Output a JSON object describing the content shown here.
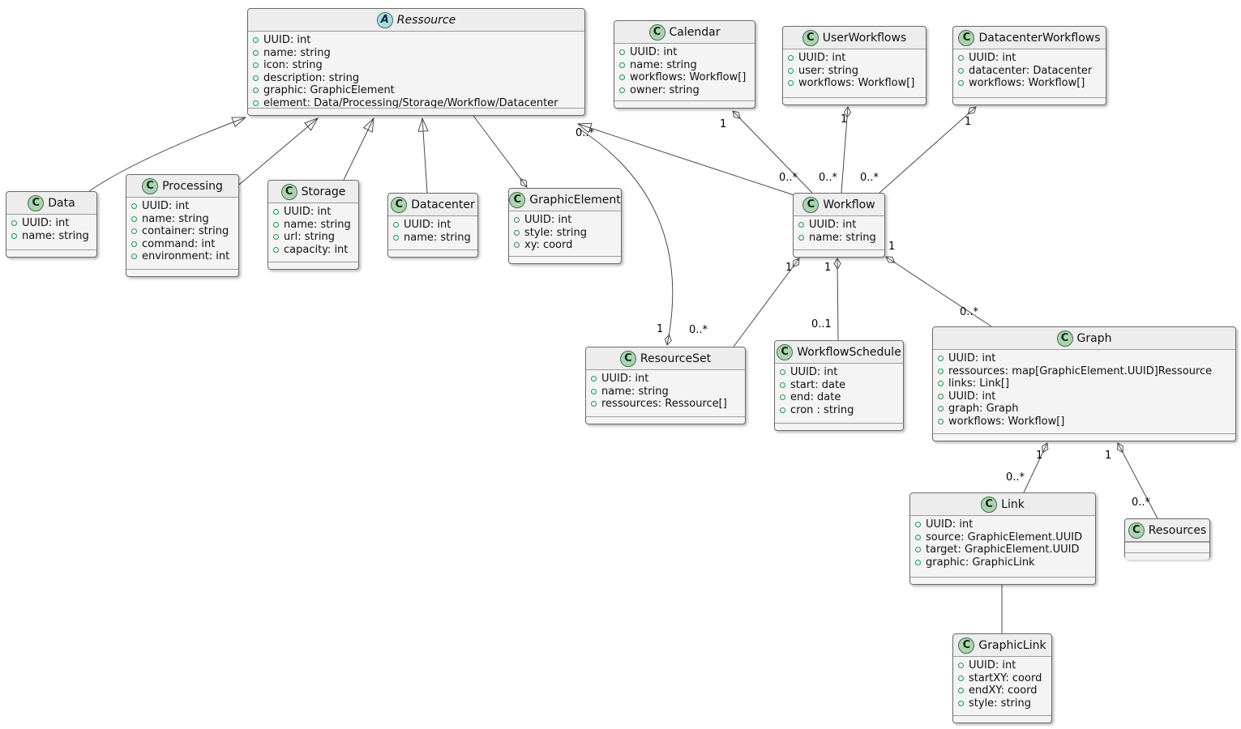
{
  "diagram": {
    "kind": "uml-class-diagram"
  },
  "icons": {
    "class_letter": "C",
    "abstract_class_letter": "A",
    "field_icon": "green-circle"
  },
  "classes": {
    "ressource": {
      "name": "Ressource",
      "kind": "abstract",
      "attrs": [
        "UUID: int",
        "name: string",
        "icon: string",
        "description: string",
        "graphic: GraphicElement",
        "element: Data/Processing/Storage/Workflow/Datacenter"
      ]
    },
    "calendar": {
      "name": "Calendar",
      "attrs": [
        "UUID: int",
        "name: string",
        "workflows: Workflow[]",
        "owner: string"
      ]
    },
    "userworkflows": {
      "name": "UserWorkflows",
      "attrs": [
        "UUID: int",
        "user: string",
        "workflows: Workflow[]"
      ]
    },
    "datacenterworkflows": {
      "name": "DatacenterWorkflows",
      "attrs": [
        "UUID: int",
        "datacenter: Datacenter",
        "workflows: Workflow[]"
      ]
    },
    "data": {
      "name": "Data",
      "attrs": [
        "UUID: int",
        "name: string"
      ]
    },
    "processing": {
      "name": "Processing",
      "attrs": [
        "UUID: int",
        "name: string",
        "container: string",
        "command: int",
        "environment: int"
      ]
    },
    "storage": {
      "name": "Storage",
      "attrs": [
        "UUID: int",
        "name: string",
        "url: string",
        "capacity: int"
      ]
    },
    "datacenter": {
      "name": "Datacenter",
      "attrs": [
        "UUID: int",
        "name: string"
      ]
    },
    "graphicelement": {
      "name": "GraphicElement",
      "attrs": [
        "UUID: int",
        "style: string",
        "xy: coord"
      ]
    },
    "workflow": {
      "name": "Workflow",
      "attrs": [
        "UUID: int",
        "name: string"
      ]
    },
    "resourceset": {
      "name": "ResourceSet",
      "attrs": [
        "UUID: int",
        "name: string",
        "ressources: Ressource[]"
      ]
    },
    "workflowschedule": {
      "name": "WorkflowSchedule",
      "attrs": [
        "UUID: int",
        "start: date",
        "end: date",
        "cron : string"
      ]
    },
    "graph": {
      "name": "Graph",
      "attrs": [
        "UUID: int",
        "ressources: map[GraphicElement.UUID]Ressource",
        "links: Link[]",
        "UUID: int",
        "graph: Graph",
        "workflows: Workflow[]"
      ]
    },
    "link": {
      "name": "Link",
      "attrs": [
        "UUID: int",
        "source: GraphicElement.UUID",
        "target: GraphicElement.UUID",
        "graphic: GraphicLink"
      ]
    },
    "resources": {
      "name": "Resources",
      "attrs": []
    },
    "graphiclink": {
      "name": "GraphicLink",
      "attrs": [
        "UUID: int",
        "startXY: coord",
        "endXY: coord",
        "style: string"
      ]
    }
  },
  "relationships": [
    {
      "from": "Data",
      "to": "Ressource",
      "type": "generalization"
    },
    {
      "from": "Processing",
      "to": "Ressource",
      "type": "generalization"
    },
    {
      "from": "Storage",
      "to": "Ressource",
      "type": "generalization"
    },
    {
      "from": "Datacenter",
      "to": "Ressource",
      "type": "generalization"
    },
    {
      "from": "Workflow",
      "to": "Ressource",
      "type": "generalization"
    },
    {
      "from": "GraphicElement",
      "to": "Ressource",
      "type": "aggregation"
    },
    {
      "from": "Calendar",
      "to": "Workflow",
      "type": "aggregation",
      "source_multiplicity": "1",
      "target_multiplicity": "0..*"
    },
    {
      "from": "UserWorkflows",
      "to": "Workflow",
      "type": "aggregation",
      "source_multiplicity": "1",
      "target_multiplicity": "0..*"
    },
    {
      "from": "DatacenterWorkflows",
      "to": "Workflow",
      "type": "aggregation",
      "source_multiplicity": "1",
      "target_multiplicity": "0..*"
    },
    {
      "from": "ResourceSet",
      "to": "Ressource",
      "type": "aggregation",
      "source_multiplicity": "1",
      "target_multiplicity": "0..*"
    },
    {
      "from": "Workflow",
      "to": "ResourceSet",
      "type": "aggregation",
      "source_multiplicity": "1",
      "target_multiplicity": "0..*"
    },
    {
      "from": "Workflow",
      "to": "WorkflowSchedule",
      "type": "aggregation",
      "source_multiplicity": "1",
      "target_multiplicity": "0..1"
    },
    {
      "from": "Workflow",
      "to": "Graph",
      "type": "aggregation",
      "source_multiplicity": "1",
      "target_multiplicity": "0..*"
    },
    {
      "from": "Graph",
      "to": "Link",
      "type": "aggregation",
      "source_multiplicity": "1",
      "target_multiplicity": "0..*"
    },
    {
      "from": "Graph",
      "to": "Resources",
      "type": "aggregation",
      "source_multiplicity": "1",
      "target_multiplicity": "0..*"
    },
    {
      "from": "Link",
      "to": "GraphicLink",
      "type": "association"
    }
  ]
}
